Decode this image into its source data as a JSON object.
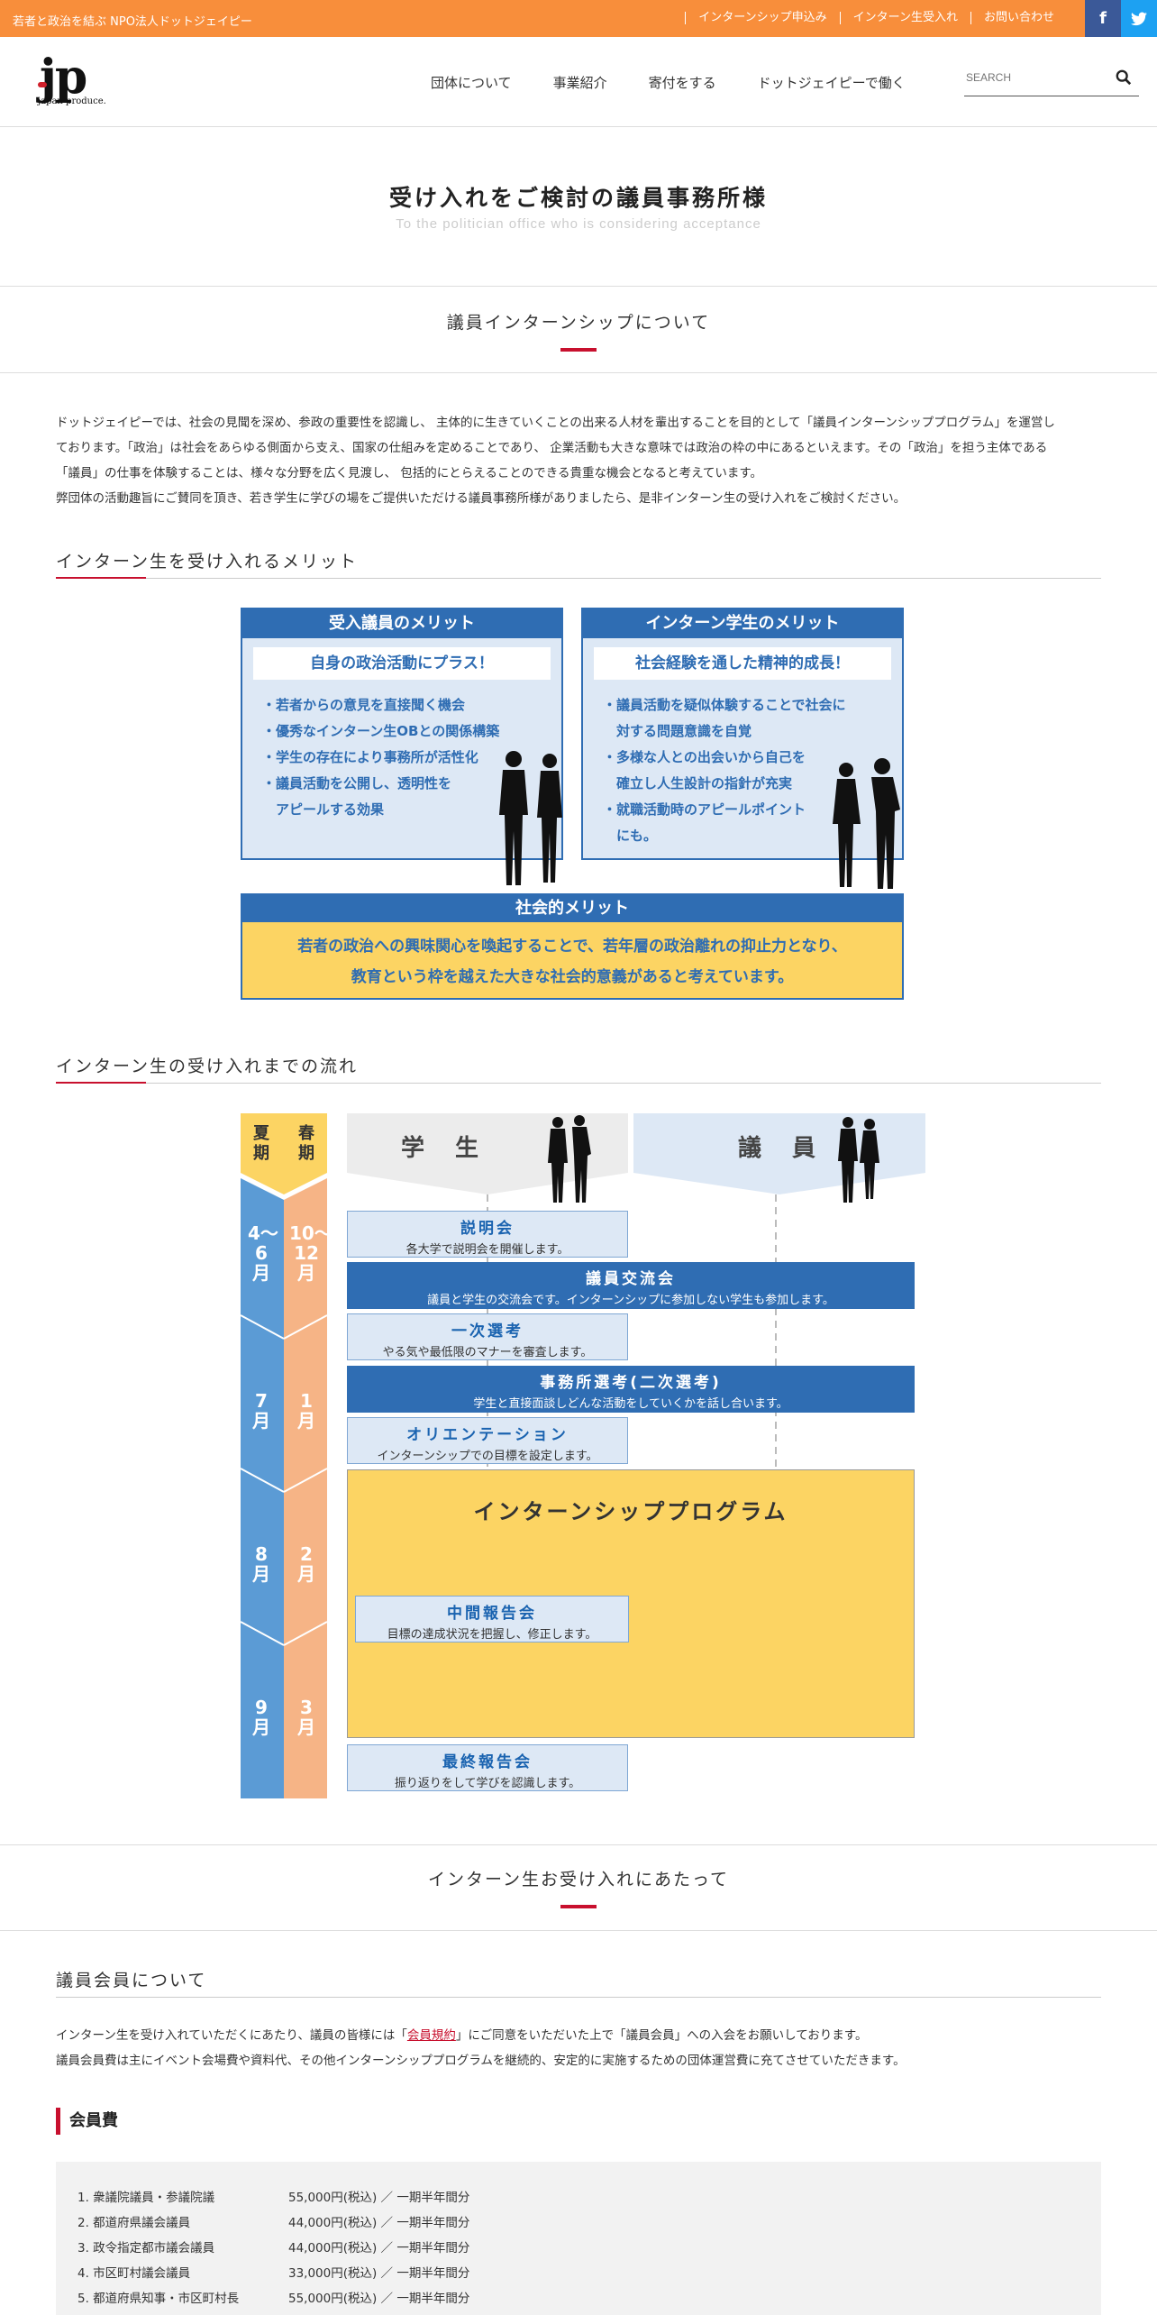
{
  "topbar": {
    "tagline": "若者と政治を結ぶ NPO法人ドットジェイピー",
    "links": [
      "インターンシップ申込み",
      "インターン生受入れ",
      "お問い合わせ"
    ],
    "facebook": "f",
    "twitter": "t"
  },
  "header": {
    "logo_main": "jp",
    "logo_sub": "japan produce.",
    "nav": [
      "団体について",
      "事業紹介",
      "寄付をする",
      "ドットジェイピーで働く"
    ],
    "search_placeholder": "SEARCH"
  },
  "hero": {
    "title": "受け入れをご検討の議員事務所様",
    "subtitle": "To the politician office who is considering acceptance"
  },
  "section1": {
    "title": "議員インターンシップについて"
  },
  "intro": [
    "ドットジェイピーでは、社会の見聞を深め、参政の重要性を認識し、 主体的に生きていくことの出来る人材を輩出することを目的として「議員インターンシッププログラム」を運営し",
    "ております。「政治」は社会をあらゆる側面から支え、国家の仕組みを定めることであり、 企業活動も大きな意味では政治の枠の中にあるといえます。その「政治」を担う主体である",
    "「議員」の仕事を体験することは、様々な分野を広く見渡し、 包括的にとらえることのできる貴重な機会となると考えています。",
    "弊団体の活動趣旨にご賛同を頂き、若き学生に学びの場をご提供いただける議員事務所様がありましたら、是非インターン生の受け入れをご検討ください。"
  ],
  "merit": {
    "heading": "インターン生を受け入れるメリット",
    "host": {
      "title": "受入議員のメリット",
      "sub": "自身の政治活動にプラス！",
      "items": [
        "・若者からの意見を直接聞く機会",
        "・優秀なインターン生OBとの関係構築",
        "・学生の存在により事務所が活性化",
        "・議員活動を公開し、透明性を",
        "　アピールする効果"
      ]
    },
    "student": {
      "title": "インターン学生のメリット",
      "sub": "社会経験を通した精神的成長！",
      "items": [
        "・議員活動を疑似体験することで社会に",
        "　対する問題意識を自覚",
        "・多様な人との出会いから自己を",
        "　確立し人生設計の指針が充実",
        "・就職活動時のアピールポイント",
        "　にも。"
      ]
    },
    "social": {
      "title": "社会的メリット",
      "line1": "若者の政治への興味関心を喚起することで、若年層の政治離れの抑止力となり、",
      "line2": "教育という枠を越えた大きな社会的意義があると考えています。"
    }
  },
  "flow": {
    "heading": "インターン生の受け入れまでの流れ",
    "summer": "夏期",
    "spring": "春期",
    "student_label": "学　生",
    "member_label": "議　員",
    "months_summer": [
      "4〜6月",
      "7月",
      "8月",
      "9月"
    ],
    "months_spring": [
      "10〜12月",
      "1月",
      "2月",
      "3月"
    ],
    "steps": [
      {
        "title": "説明会",
        "desc": "各大学で説明会を開催します。"
      },
      {
        "title": "議員交流会",
        "desc": "議員と学生の交流会です。インターンシップに参加しない学生も参加します。"
      },
      {
        "title": "一次選考",
        "desc": "やる気や最低限のマナーを審査します。"
      },
      {
        "title": "事務所選考(二次選考)",
        "desc": "学生と直接面談しどんな活動をしていくかを話し合います。"
      },
      {
        "title": "オリエンテーション",
        "desc": "インターンシップでの目標を設定します。"
      },
      {
        "title": "中間報告会",
        "desc": "目標の達成状況を把握し、修正します。"
      },
      {
        "title": "最終報告会",
        "desc": "振り返りをして学びを認識します。"
      }
    ],
    "program": "インターンシッププログラム"
  },
  "section2": {
    "title": "インターン生お受け入れにあたって"
  },
  "membership": {
    "heading": "議員会員について",
    "line1_pre": "インターン生を受け入れていただくにあたり、議員の皆様には「",
    "line1_link": "会員規約",
    "line1_post": "」にご同意をいただいた上で「議員会員」への入会をお願いしております。",
    "line2": "議員会員費は主にイベント会場費や資料代、その他インターンシッププログラムを継続的、安定的に実施するための団体運営費に充てさせていただきます。",
    "fee_heading": "会員費",
    "fees": [
      {
        "name": "1. 衆議院議員・参議院議",
        "price": "55,000円(税込) ／ 一期半年間分"
      },
      {
        "name": "2. 都道府県議会議員",
        "price": "44,000円(税込) ／ 一期半年間分"
      },
      {
        "name": "3. 政令指定都市議会議員",
        "price": "44,000円(税込) ／ 一期半年間分"
      },
      {
        "name": "4. 市区町村議会議員",
        "price": "33,000円(税込) ／ 一期半年間分"
      },
      {
        "name": "5. 都道府県知事・市区町村長",
        "price": "55,000円(税込) ／ 一期半年間分"
      }
    ]
  },
  "colors": {
    "orange": "#f88e3b",
    "blue": "#2f6db3",
    "yellow": "#fcd463",
    "red": "#c8102e"
  }
}
